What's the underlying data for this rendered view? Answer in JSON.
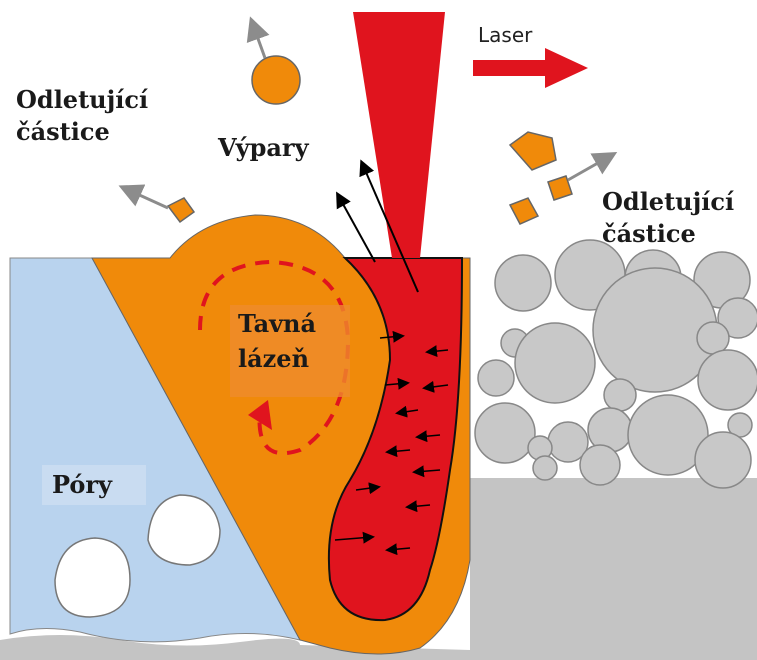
{
  "labels": {
    "laser": "Laser",
    "spatter_left_line1": "Odletující",
    "spatter_left_line2": "částice",
    "vapor": "Výpary",
    "spatter_right_line1": "Odletující",
    "spatter_right_line2": "částice",
    "melt_pool_line1": "Tavná",
    "melt_pool_line2": "lázeň",
    "pores": "Póry"
  },
  "colors": {
    "laser_red": "#e0141e",
    "melt_orange": "#f08a0a",
    "solid_blue": "#b9d3ee",
    "powder_gray": "#c8c8c8",
    "substrate_gray": "#c4c4c4",
    "arrow_gray": "#8c8c8c",
    "label_bg": "#ef8b2c"
  },
  "icons": {
    "laser_direction": "right-arrow-icon",
    "particle_motion": "gray-arrow-icon",
    "vapor_flow": "black-arrow-icon",
    "circulation": "dashed-circular-arrow-icon"
  }
}
